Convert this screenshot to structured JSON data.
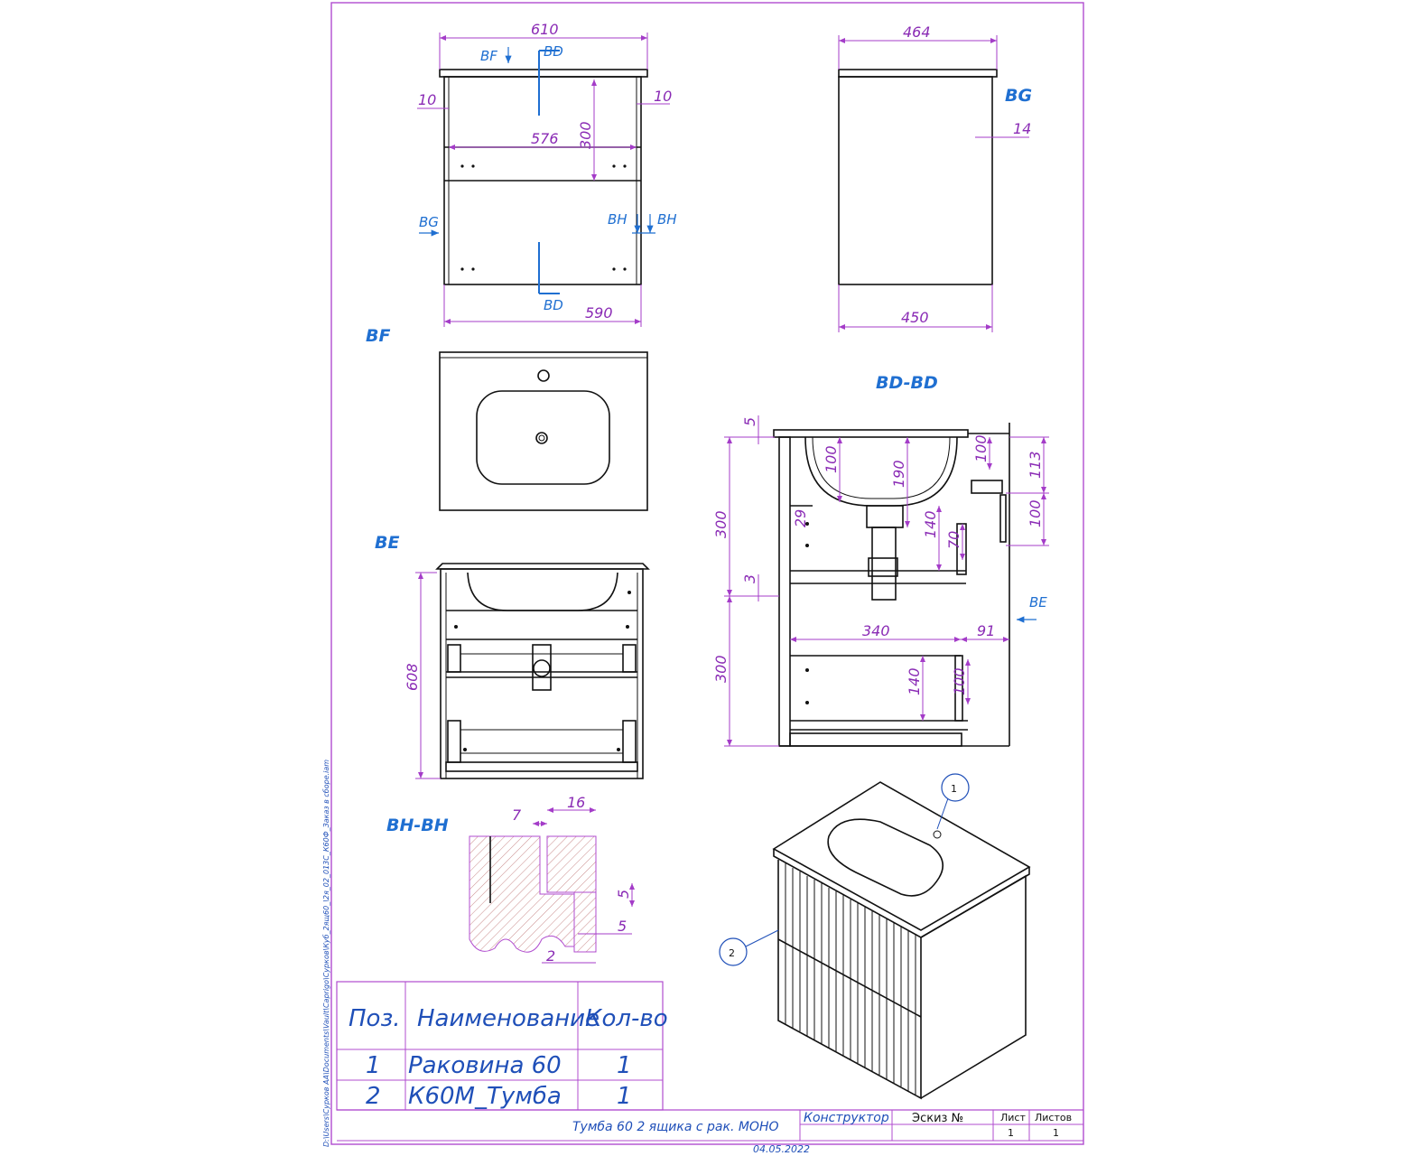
{
  "views": {
    "front_top": {
      "width_top": "610",
      "width_bottom": "590",
      "inner": "576",
      "side_left": "10",
      "side_right": "10",
      "height": "300",
      "label_bf": "BF",
      "label_bd_top": "BD",
      "label_bd_bottom": "BD",
      "label_bg": "BG",
      "label_bh_left": "BH",
      "label_bh_right": "BH"
    },
    "side": {
      "top": "464",
      "bottom": "450",
      "offset": "14",
      "label": "BG"
    },
    "bf": {
      "title": "BF"
    },
    "be": {
      "title": "BE",
      "height": "608"
    },
    "bhbh": {
      "title": "BH-BH",
      "d7": "7",
      "d16": "16",
      "d5a": "5",
      "d5b": "5",
      "d2": "2"
    },
    "bdbd": {
      "title": "BD-BD",
      "d5": "5",
      "d300a": "300",
      "d3": "3",
      "d300b": "300",
      "d100a": "100",
      "d190": "190",
      "d29": "29",
      "d140a": "140",
      "d70": "70",
      "d100r": "100",
      "d113": "113",
      "d100b": "100",
      "d340": "340",
      "d91": "91",
      "d140b": "140",
      "d100c": "100",
      "label_be": "BE"
    },
    "iso": {
      "balloon1": "1",
      "balloon2": "2"
    }
  },
  "parts_table": {
    "headers": [
      "Поз.",
      "Наименование",
      "Кол-во"
    ],
    "rows": [
      {
        "pos": "1",
        "name": "Раковина 60",
        "qty": "1"
      },
      {
        "pos": "2",
        "name": "К60М_Тумба",
        "qty": "1"
      }
    ]
  },
  "title_block": {
    "name": "Тумба 60 2 ящика с рак. МОНО",
    "designer": "Конструктор",
    "sketch": "Эскиз №",
    "sheet_label": "Лист",
    "sheets_label": "Листов",
    "sheet": "1",
    "sheets": "1",
    "date": "04.05.2022"
  },
  "side_path": "D:\\Users\\Сурков АА\\Documents\\Vault\\Caprigo\\Сурков\\Куб_2ящ60_\\2я_02_013С_К60Ф_Заказ в сборе.iam"
}
